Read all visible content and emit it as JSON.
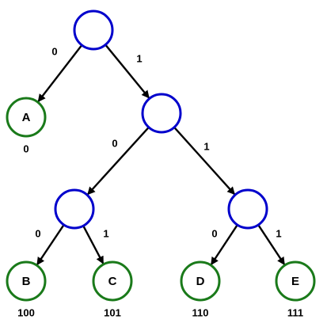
{
  "colors": {
    "internal_node": "#0000cc",
    "leaf_node": "#1a7a1a",
    "edge": "#000000"
  },
  "nodes": [
    {
      "id": "root",
      "kind": "internal",
      "letter": "",
      "code": ""
    },
    {
      "id": "A",
      "kind": "leaf",
      "letter": "A",
      "code": "0"
    },
    {
      "id": "n1",
      "kind": "internal",
      "letter": "",
      "code": ""
    },
    {
      "id": "n10",
      "kind": "internal",
      "letter": "",
      "code": ""
    },
    {
      "id": "n11",
      "kind": "internal",
      "letter": "",
      "code": ""
    },
    {
      "id": "B",
      "kind": "leaf",
      "letter": "B",
      "code": "100"
    },
    {
      "id": "C",
      "kind": "leaf",
      "letter": "C",
      "code": "101"
    },
    {
      "id": "D",
      "kind": "leaf",
      "letter": "D",
      "code": "110"
    },
    {
      "id": "E",
      "kind": "leaf",
      "letter": "E",
      "code": "111"
    }
  ],
  "edges": [
    {
      "from": "root",
      "to": "A",
      "label": "0"
    },
    {
      "from": "root",
      "to": "n1",
      "label": "1"
    },
    {
      "from": "n1",
      "to": "n10",
      "label": "0"
    },
    {
      "from": "n1",
      "to": "n11",
      "label": "1"
    },
    {
      "from": "n10",
      "to": "B",
      "label": "0"
    },
    {
      "from": "n10",
      "to": "C",
      "label": "1"
    },
    {
      "from": "n11",
      "to": "D",
      "label": "0"
    },
    {
      "from": "n11",
      "to": "E",
      "label": "1"
    }
  ]
}
